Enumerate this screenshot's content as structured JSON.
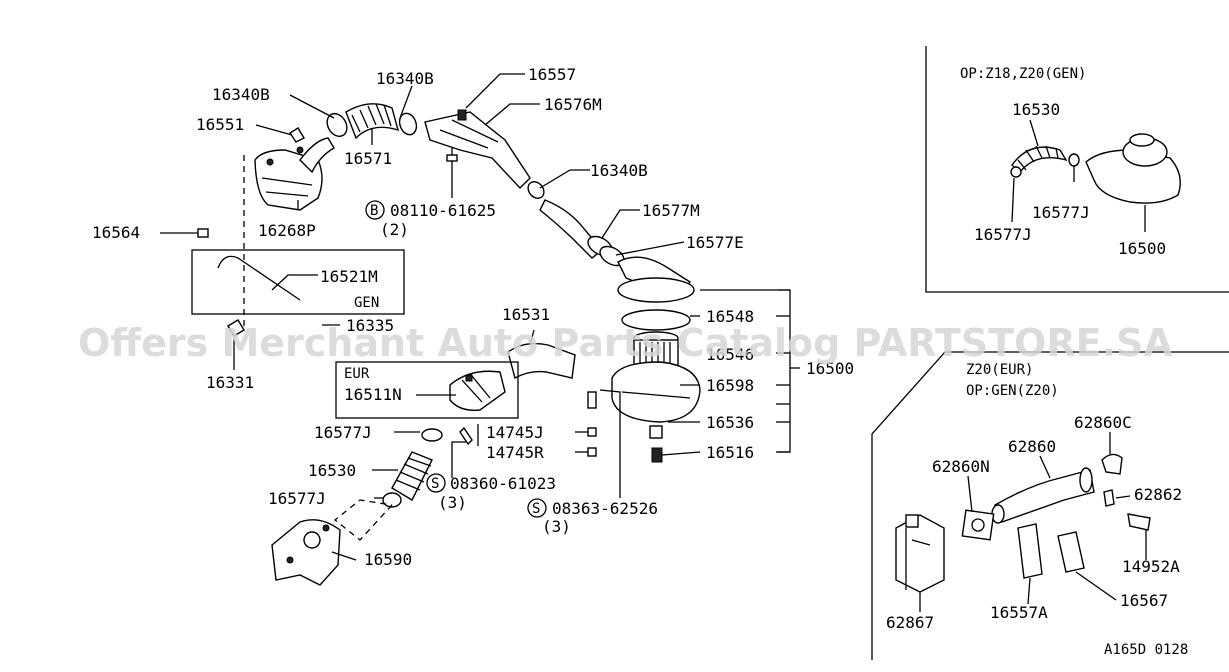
{
  "watermark": "Offers Merchant Auto Parts Catalog PARTSTORE.SA",
  "diagram_code": "A165D 0128",
  "main": {
    "labels": {
      "p16340B_a": "16340B",
      "p16340B_b": "16340B",
      "p16557": "16557",
      "p16576M": "16576M",
      "p16551": "16551",
      "p16571": "16571",
      "p16340B_c": "16340B",
      "p16268P": "16268P",
      "p08110": "08110-61625",
      "q2": "(2)",
      "p16577M": "16577M",
      "p16564": "16564",
      "p16577E": "16577E",
      "p16521M": "16521M",
      "gen": "GEN",
      "p16335": "16335",
      "p16531": "16531",
      "p16548": "16548",
      "p16546": "16546",
      "p16500": "16500",
      "eur": "EUR",
      "p16511N": "16511N",
      "p16598": "16598",
      "p16331": "16331",
      "p16536": "16536",
      "p16577J": "16577J",
      "p14745J": "14745J",
      "p14745R": "14745R",
      "p16516": "16516",
      "p16530": "16530",
      "p08360": "08360-61023",
      "q3a": "(3)",
      "p16577J_b": "16577J",
      "p08363": "08363-62526",
      "q3b": "(3)",
      "p16590": "16590"
    },
    "circle_markers": {
      "b_marker": "B",
      "s_marker_a": "S",
      "s_marker_b": "S"
    }
  },
  "inset_top": {
    "title": "OP:Z18,Z20(GEN)",
    "labels": {
      "p16530": "16530",
      "p16577J_a": "16577J",
      "p16577J_b": "16577J",
      "p16500": "16500"
    }
  },
  "inset_bottom": {
    "title_line1": "Z20(EUR)",
    "title_line2": "OP:GEN(Z20)",
    "labels": {
      "p62860C": "62860C",
      "p62860": "62860",
      "p62860N": "62860N",
      "p62862": "62862",
      "p14952A": "14952A",
      "p16567": "16567",
      "p62867": "62867",
      "p16557A": "16557A"
    }
  }
}
